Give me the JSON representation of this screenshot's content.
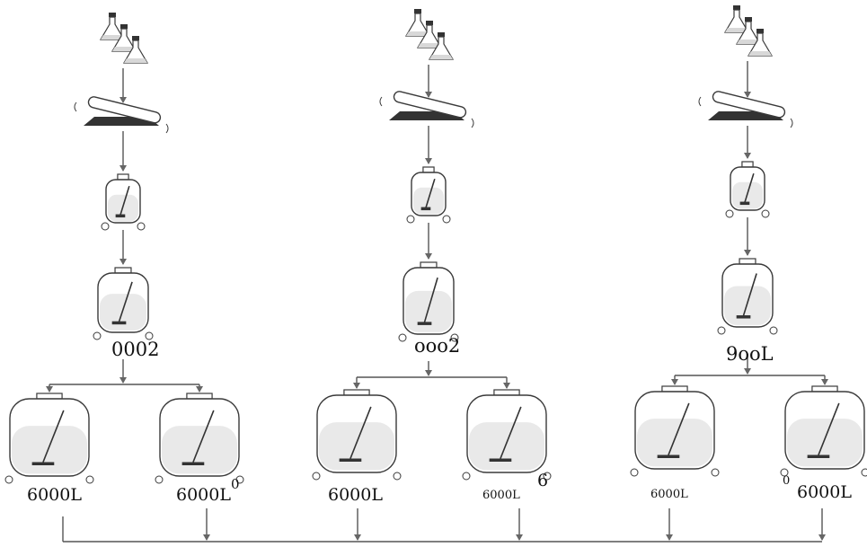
{
  "lines": [
    {
      "fermenter_label": "0002",
      "tanks": [
        {
          "label": "6000L",
          "mark": ""
        },
        {
          "label": "6000L",
          "mark": "0"
        }
      ]
    },
    {
      "fermenter_label": "ooo2",
      "tanks": [
        {
          "label": "6000L",
          "mark": ""
        },
        {
          "label": "6000L",
          "mark": "6"
        }
      ]
    },
    {
      "fermenter_label": "9ooL",
      "tanks": [
        {
          "label": "6000L",
          "mark": ""
        },
        {
          "label": "6000L",
          "mark": "0"
        }
      ]
    }
  ],
  "icons": [
    "flask-icon",
    "shaker-icon",
    "seed-tank-icon",
    "fermenter-tank-icon",
    "production-tank-icon"
  ],
  "colors": {
    "line": "#555555",
    "fill": "#e9e9e9",
    "dark": "#333333",
    "stroke": "#3a3a3a"
  }
}
